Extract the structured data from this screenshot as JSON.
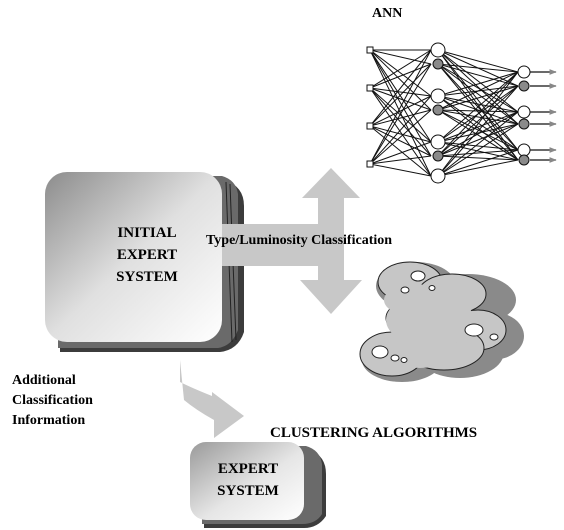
{
  "labels": {
    "ann": "ANN",
    "initial_expert_system": [
      "INITIAL",
      "EXPERT",
      "SYSTEM"
    ],
    "type_classification": "Type/Luminosity Classification",
    "additional_info": [
      "Additional",
      "Classification",
      "Information"
    ],
    "clustering": "CLUSTERING ALGORITHMS",
    "expert_system": [
      "EXPERT",
      "SYSTEM"
    ]
  },
  "colors": {
    "arrow_gray": "#c8c8c8",
    "box_shadow": "#555555",
    "node_gray": "#8a8a8a"
  }
}
